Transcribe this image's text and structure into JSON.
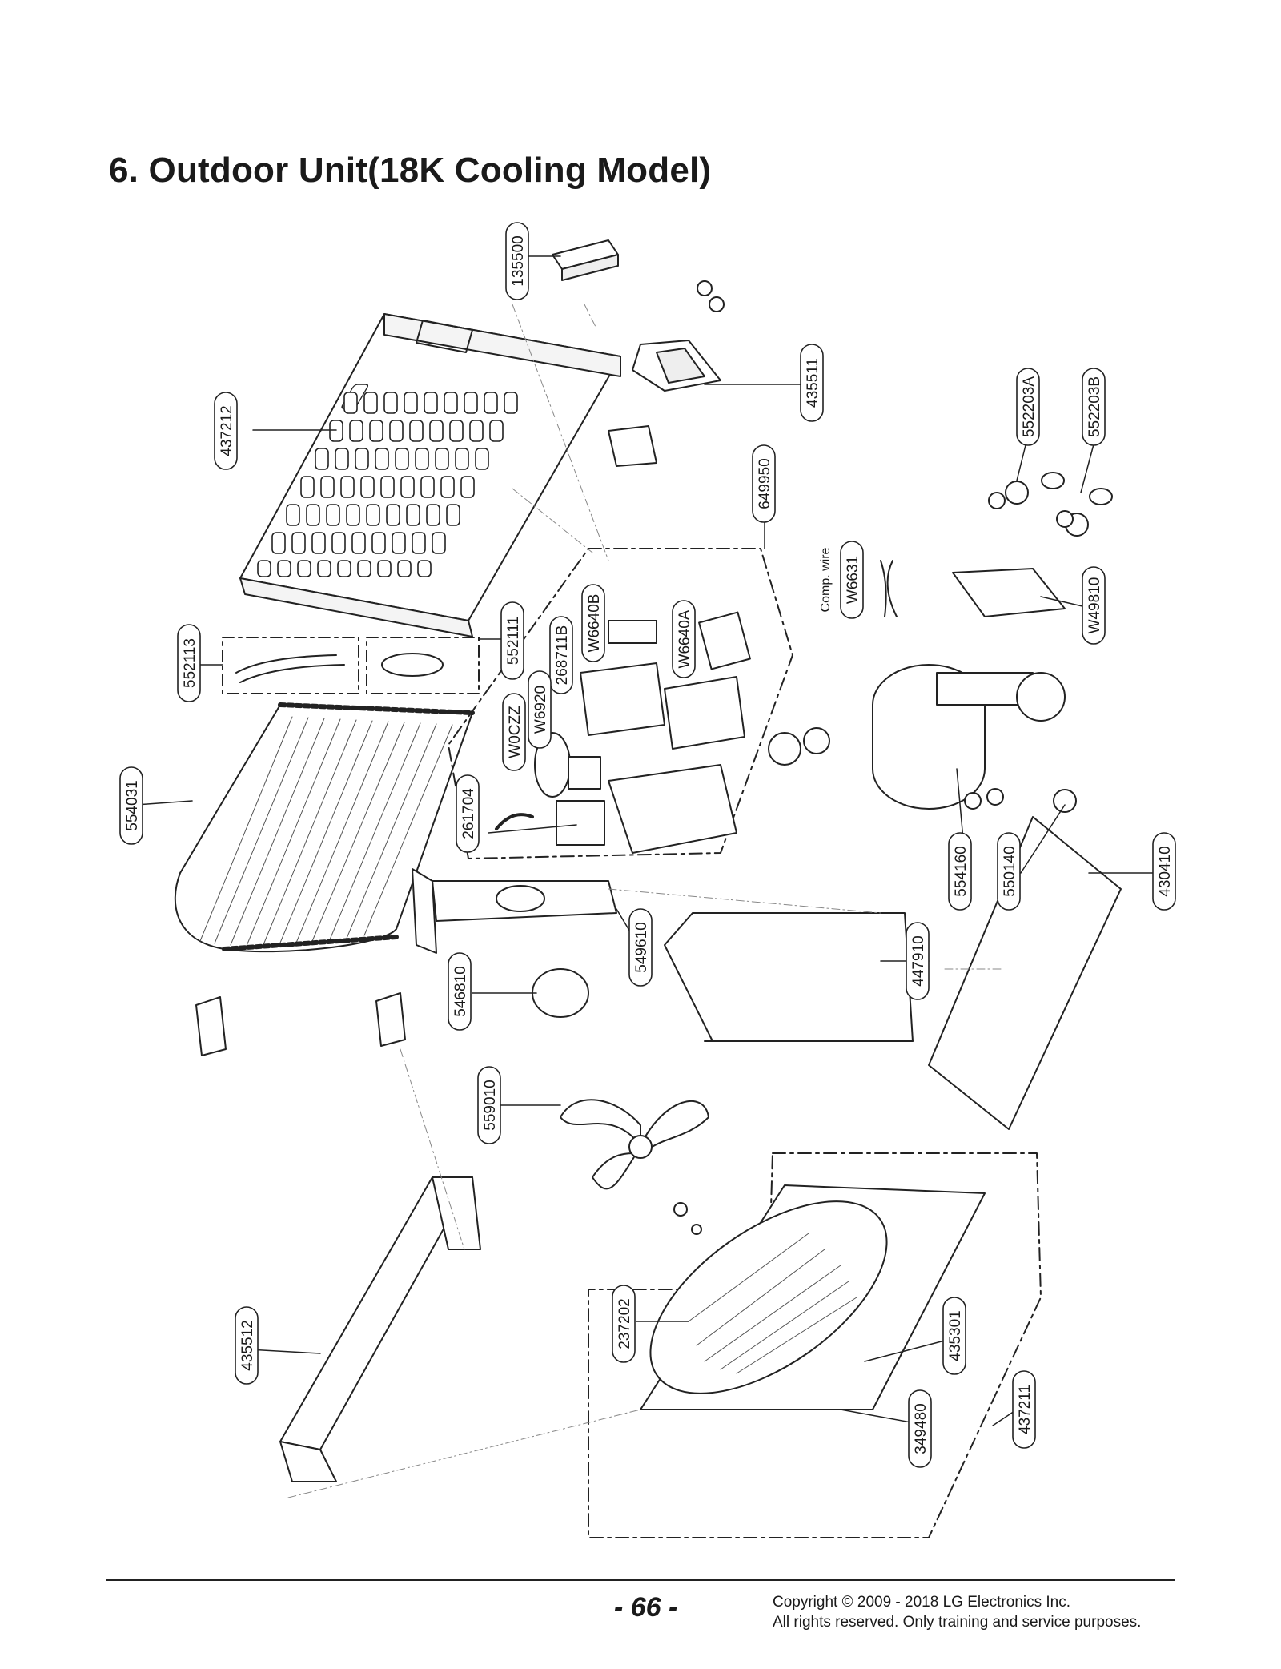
{
  "page": {
    "title": "6. Outdoor Unit(18K Cooling Model)",
    "page_number": "- 66 -",
    "copyright_line1": "Copyright © 2009 - 2018 LG Electronics Inc.",
    "copyright_line2": "All rights reserved. Only training and service purposes."
  },
  "diagram": {
    "comp_wire_label": "Comp. wire",
    "parts": {
      "p135500": "135500",
      "p435511": "435511",
      "p437212": "437212",
      "p552203A": "552203A",
      "p552203B": "552203B",
      "p649950": "649950",
      "pW6631": "W6631",
      "pW49810": "W49810",
      "p552113": "552113",
      "p552111": "552111",
      "pW6640B": "W6640B",
      "p268711B": "268711B",
      "pW6640A": "W6640A",
      "pW6920": "W6920",
      "pW0CZZ": "W0CZZ",
      "p554031": "554031",
      "p261704": "261704",
      "p554160": "554160",
      "p550140": "550140",
      "p430410": "430410",
      "p549610": "549610",
      "p447910": "447910",
      "p546810": "546810",
      "p559010": "559010",
      "p435512": "435512",
      "p237202": "237202",
      "p435301": "435301",
      "p349480": "349480",
      "p437211": "437211"
    }
  }
}
